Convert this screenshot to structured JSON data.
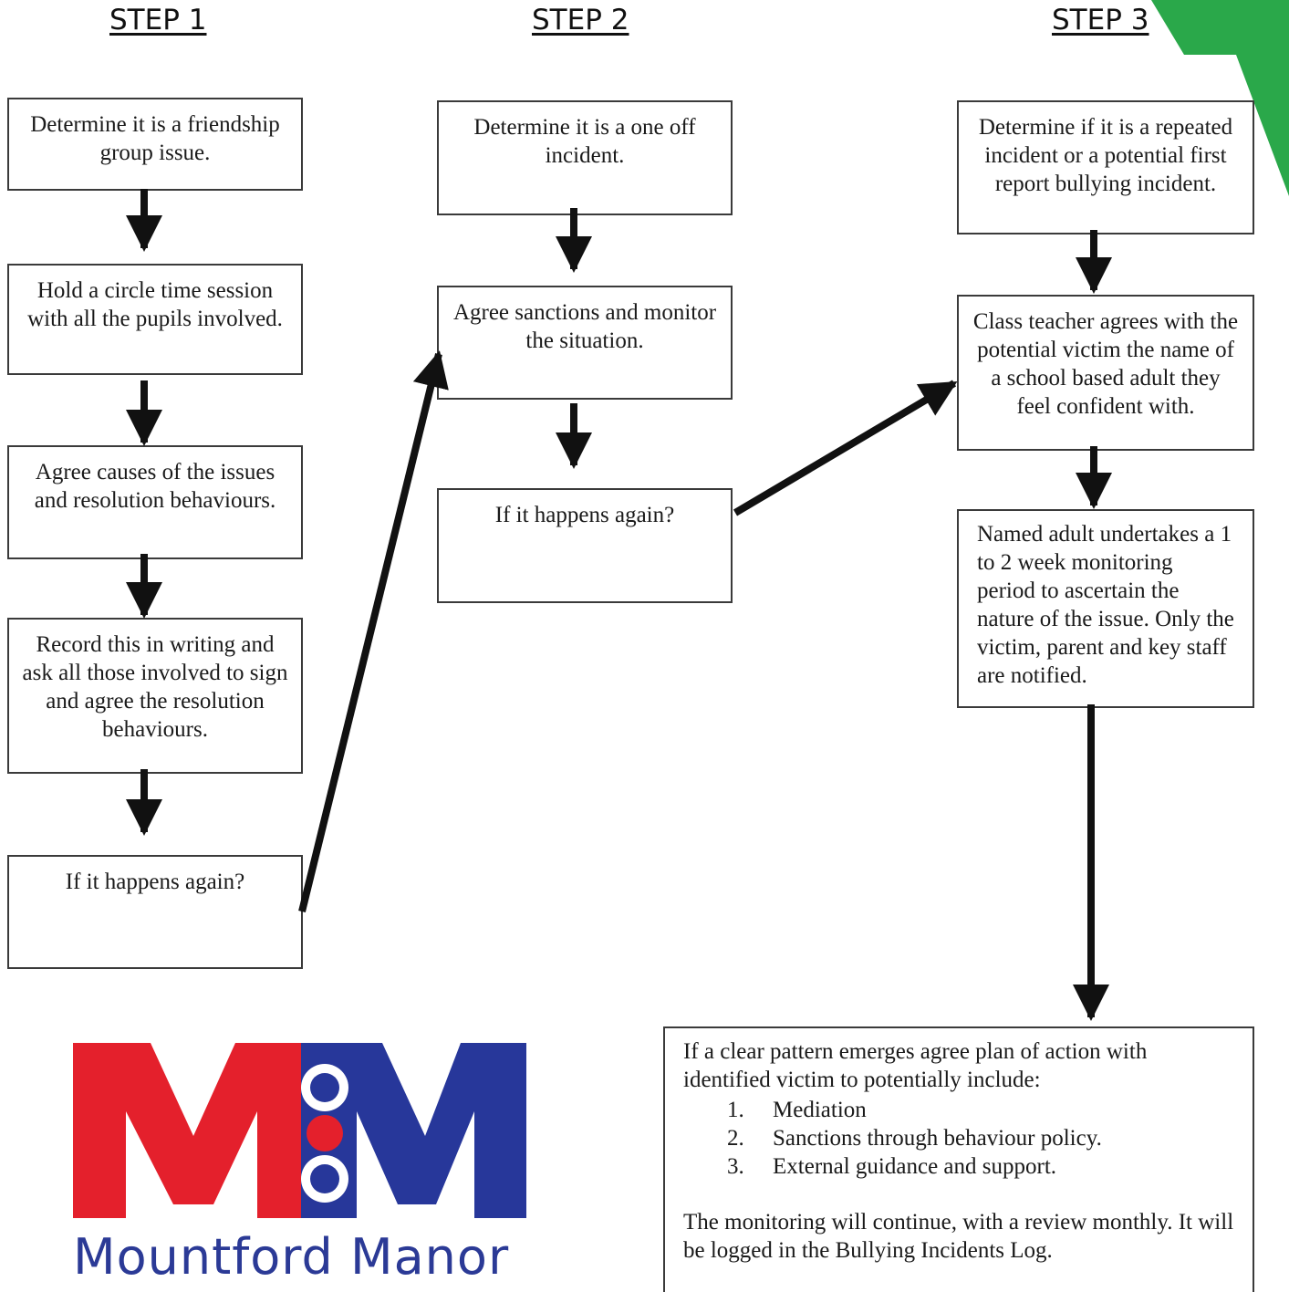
{
  "steps": {
    "step1": "STEP 1",
    "step2": "STEP 2",
    "step3": "STEP 3"
  },
  "step1_boxes": {
    "b1": "Determine it is a friendship group issue.",
    "b2": "Hold a circle time session with all the pupils involved.",
    "b3": "Agree causes of the issues and resolution behaviours.",
    "b4": "Record this in writing and ask all those involved to sign and agree the resolution behaviours.",
    "b5": "If it happens again?"
  },
  "step2_boxes": {
    "b1": "Determine it is a one off incident.",
    "b2": "Agree sanctions and monitor the situation.",
    "b3": "If it happens again?"
  },
  "step3_boxes": {
    "b1": "Determine if it is a repeated incident or a potential first report bullying incident.",
    "b2": "Class teacher agrees with the potential victim the name of a school based adult they feel confident with.",
    "b3": "Named adult undertakes a 1 to 2 week monitoring period to ascertain the nature of the issue. Only the victim, parent and key staff are notified."
  },
  "final_box": {
    "intro": "If a clear pattern emerges agree plan of action with identified victim to potentially include:",
    "items": [
      {
        "num": "1.",
        "text": "Mediation"
      },
      {
        "num": "2.",
        "text": "Sanctions through behaviour policy."
      },
      {
        "num": "3.",
        "text": "External guidance and support."
      }
    ],
    "closing": "The monitoring will continue, with a review monthly. It will be logged in the Bullying Incidents Log."
  },
  "logo": {
    "name": "Mountford Manor",
    "mark_text": "MM",
    "colors": {
      "red": "#e4202c",
      "blue": "#27379a",
      "text": "#2b3a96"
    }
  },
  "decoration": {
    "corner_color": "#2aa84a"
  }
}
